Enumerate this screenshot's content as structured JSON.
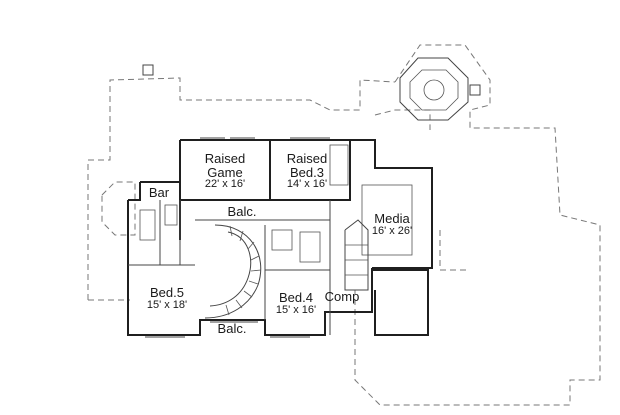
{
  "rooms": [
    {
      "id": "raised-game",
      "name": "Raised\nGame",
      "dims": "22' x 16'"
    },
    {
      "id": "raised-bed3",
      "name": "Raised\nBed.3",
      "dims": "14' x 16'"
    },
    {
      "id": "bar",
      "name": "Bar",
      "dims": ""
    },
    {
      "id": "balc-upper",
      "name": "Balc.",
      "dims": ""
    },
    {
      "id": "media",
      "name": "Media",
      "dims": "16' x 26'"
    },
    {
      "id": "bed5",
      "name": "Bed.5",
      "dims": "15' x 18'"
    },
    {
      "id": "bed4",
      "name": "Bed.4",
      "dims": "15' x 16'"
    },
    {
      "id": "comp",
      "name": "Comp",
      "dims": ""
    },
    {
      "id": "balc-lower",
      "name": "Balc.",
      "dims": ""
    }
  ]
}
